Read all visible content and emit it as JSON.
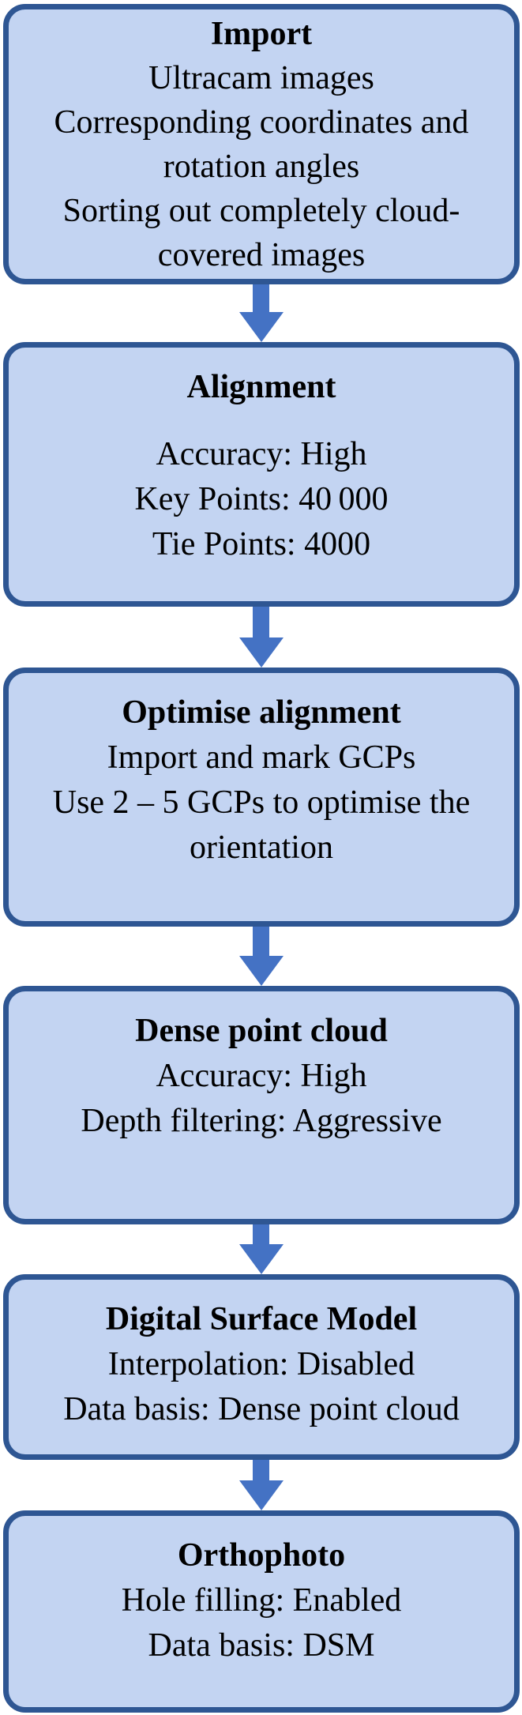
{
  "figure": {
    "type": "flowchart",
    "direction": "vertical",
    "colors": {
      "box_fill": "#c3d4f2",
      "box_border": "#2e5693",
      "arrow": "#4472c4",
      "text": "#000000",
      "background": "#ffffff"
    },
    "steps": [
      {
        "title": "Import",
        "lines": [
          "Ultracam images",
          "Corresponding coordinates and",
          "rotation angles",
          "Sorting out completely cloud-",
          "covered images"
        ]
      },
      {
        "title": "Alignment",
        "lines": [
          "Accuracy: High",
          "Key Points: 40 000",
          "Tie Points: 4000"
        ]
      },
      {
        "title": "Optimise alignment",
        "lines": [
          "Import and mark GCPs",
          "Use 2 – 5 GCPs to optimise the",
          "orientation"
        ]
      },
      {
        "title": "Dense point cloud",
        "lines": [
          "Accuracy: High",
          "Depth filtering: Aggressive"
        ]
      },
      {
        "title": "Digital Surface Model",
        "lines": [
          "Interpolation: Disabled",
          "Data basis: Dense point cloud"
        ]
      },
      {
        "title": "Orthophoto",
        "lines": [
          "Hole filling: Enabled",
          "Data basis: DSM"
        ]
      }
    ]
  }
}
